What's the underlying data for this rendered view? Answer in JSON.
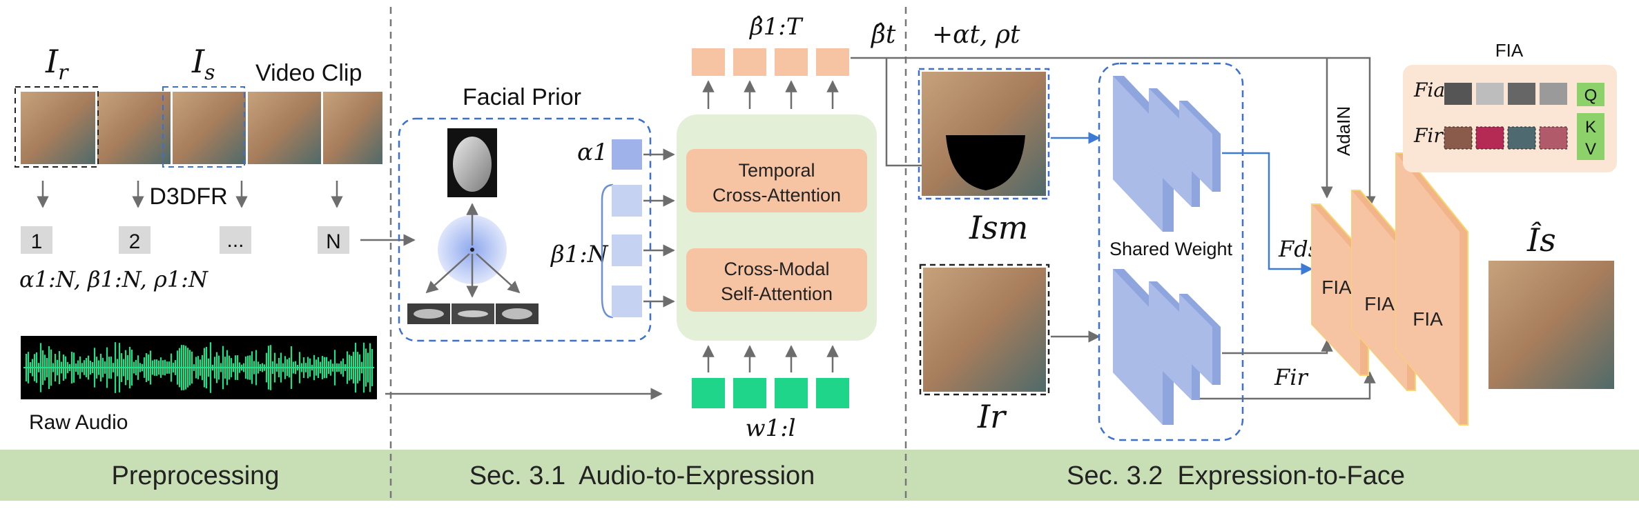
{
  "preprocessing": {
    "ref_frame_label": "I",
    "ref_frame_sub": "r",
    "src_frame_label": "I",
    "src_frame_sub": "s",
    "video_clip_label": "Video Clip",
    "d3dfr_label": "D3DFR",
    "coeff_boxes": [
      "1",
      "2",
      "...",
      "N"
    ],
    "coeff_caption": "α1:N, β1:N, ρ1:N",
    "raw_audio_label": "Raw Audio"
  },
  "facial_prior": {
    "title": "Facial Prior"
  },
  "audio_to_expression": {
    "alpha_label": "α1",
    "beta_label": "β1:N",
    "temporal_block": [
      "Temporal",
      "Cross-Attention"
    ],
    "crossmodal_block": [
      "Cross-Modal",
      "Self-Attention"
    ],
    "beta_hat_seq_label": "β̂1:T",
    "w_label": "w1:l"
  },
  "expression_to_face": {
    "beta_hat_t_label": "β̂t",
    "plus_alpha_rho_label": "+αt, ρt",
    "masked_label": "Ism",
    "ref_label": "Ir",
    "shared_weight_label": "Shared Weight",
    "adain_label": "AdaIN",
    "fds_label": "Fds",
    "fir_label": "Fir",
    "fia_blocks": [
      "FIA",
      "FIA",
      "FIA"
    ],
    "output_label": "Îs",
    "fia_legend": {
      "title": "FIA",
      "row_a_label": "Fia",
      "row_r_label": "Fir",
      "q_label": "Q",
      "k_label": "K",
      "v_label": "V"
    }
  },
  "sections": {
    "preprocessing": "Preprocessing",
    "sec31": "Sec. 3.1  Audio-to-Expression",
    "sec32": "Sec. 3.2  Expression-to-Face"
  },
  "colors": {
    "section_bar": "#c8deb4",
    "salmon": "#f6c3a3",
    "salmon_dark": "#f2b58a",
    "purple_blue": "#9fb3ea",
    "light_blue_box": "#c5d2f2",
    "green_panel": "#e4efd8",
    "green_token": "#1ed58a",
    "audio_green": "#1be28a",
    "legend_bg": "#fbe6d6",
    "qkv_green": "#8cd16a",
    "dashed_blue": "#3c6fd0",
    "cnn_blue": "#a9bbe6"
  }
}
